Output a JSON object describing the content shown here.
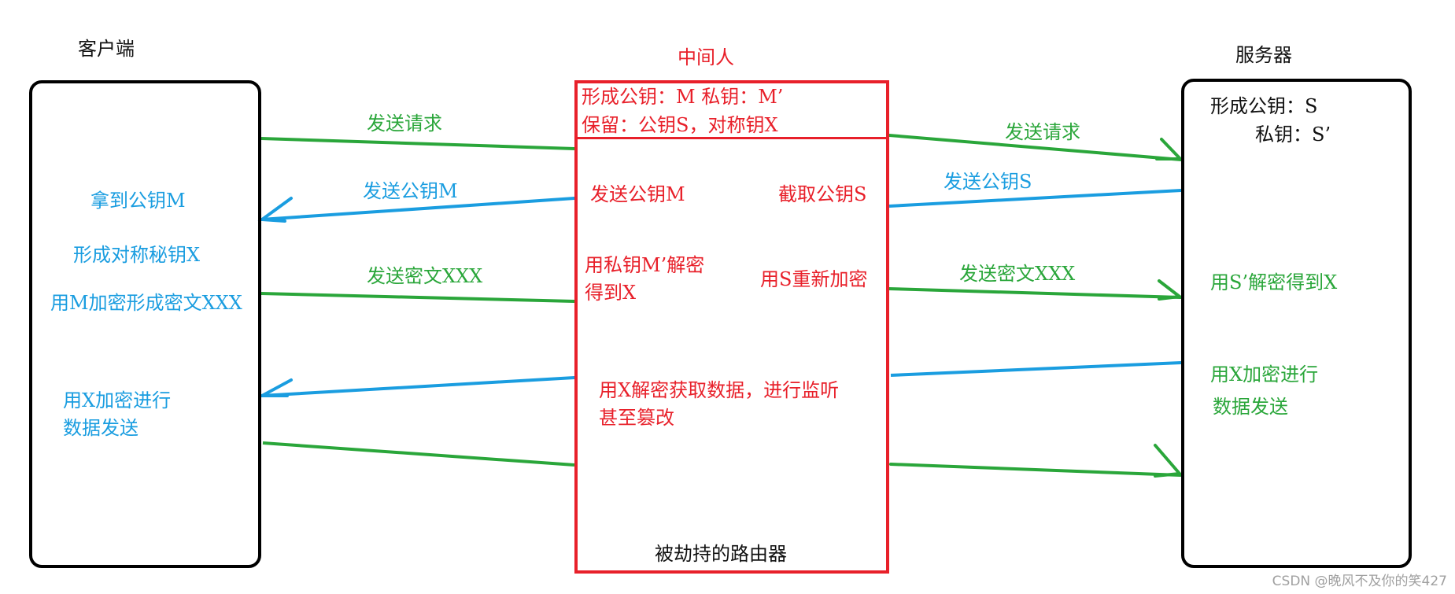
{
  "actors": {
    "client": "客户端",
    "mitm": "中间人",
    "server": "服务器"
  },
  "mitm": {
    "keys_line": "形成公钥：M  私钥：M’",
    "keep_line": "保留：公钥S，对称钥X",
    "forward_pubkey": "发送公钥M",
    "intercept_pubkey": "截取公钥S",
    "decrypt_line1": "用私钥M’解密",
    "decrypt_line2": "得到X",
    "reencrypt": "用S重新加密",
    "eavesdrop_line1": "用X解密获取数据，进行监听",
    "eavesdrop_line2": "甚至篡改",
    "footer": "被劫持的路由器"
  },
  "client": {
    "step_get_key": "拿到公钥M",
    "step_make_sym": "形成对称秘钥X",
    "step_encrypt": "用M加密形成密文XXX",
    "step_send_line1": "用X加密进行",
    "step_send_line2": "数据发送"
  },
  "server": {
    "keys_line1": "形成公钥：S",
    "keys_line2": "私钥：S’",
    "step_decrypt": "用S’解密得到X",
    "step_send_line1": "用X加密进行",
    "step_send_line2": "数据发送"
  },
  "edges": {
    "left_request": "发送请求",
    "left_pubkey": "发送公钥M",
    "left_cipher": "发送密文XXX",
    "right_request": "发送请求",
    "right_pubkey": "发送公钥S",
    "right_cipher": "发送密文XXX"
  },
  "colors": {
    "box_border": "#000000",
    "mitm": "#e8202a",
    "blue": "#1a9de0",
    "green": "#2aa63a"
  },
  "watermark": "CSDN @晚风不及你的笑427"
}
